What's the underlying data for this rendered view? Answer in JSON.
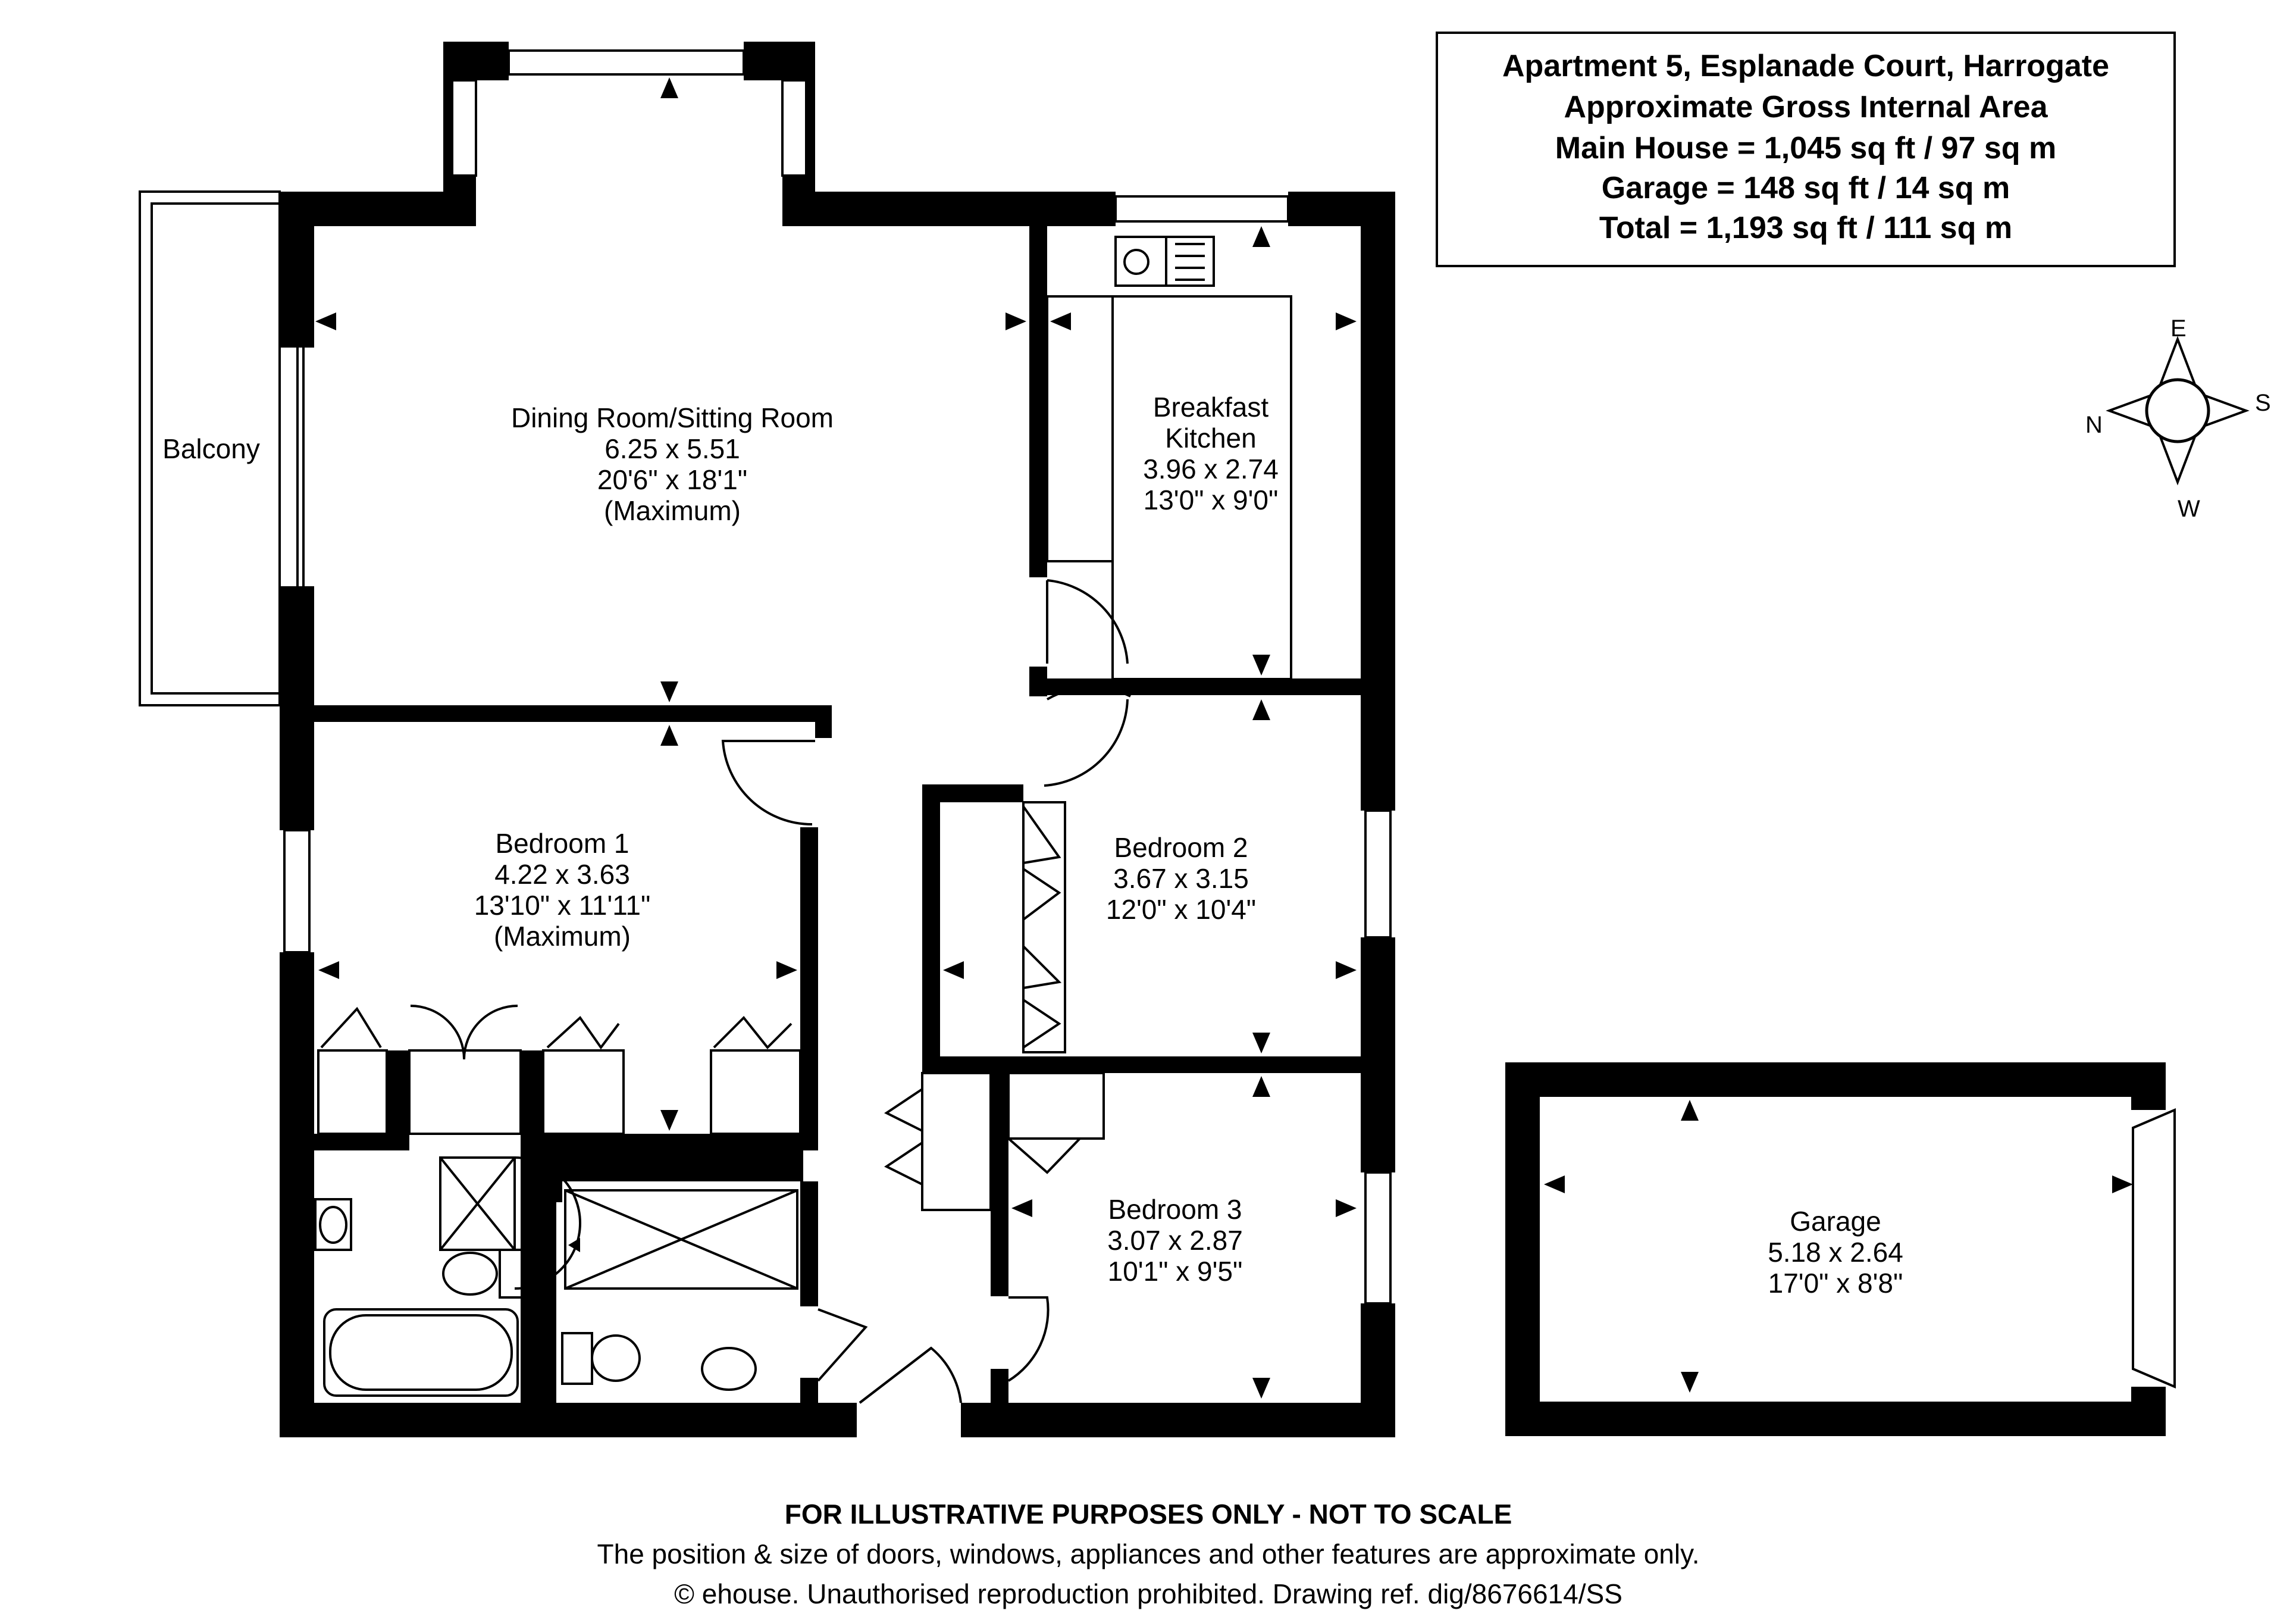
{
  "title_box": {
    "line1": "Apartment 5, Esplanade Court, Harrogate",
    "line2": "Approximate Gross Internal Area",
    "line3": "Main House = 1,045 sq ft / 97 sq m",
    "line4": "Garage = 148 sq ft / 14 sq m",
    "line5": "Total = 1,193 sq ft / 111 sq m"
  },
  "compass": {
    "n": "N",
    "e": "E",
    "s": "S",
    "w": "W"
  },
  "rooms": {
    "balcony": {
      "name": "Balcony"
    },
    "dining": {
      "name": "Dining Room/Sitting Room",
      "metric": "6.25 x 5.51",
      "imperial": "20'6\" x 18'1\"",
      "note": "(Maximum)"
    },
    "kitchen": {
      "name1": "Breakfast",
      "name2": "Kitchen",
      "metric": "3.96 x 2.74",
      "imperial": "13'0\" x 9'0\""
    },
    "bedroom1": {
      "name": "Bedroom 1",
      "metric": "4.22 x 3.63",
      "imperial": "13'10\" x 11'11\"",
      "note": "(Maximum)"
    },
    "bedroom2": {
      "name": "Bedroom 2",
      "metric": "3.67 x 3.15",
      "imperial": "12'0\" x 10'4\""
    },
    "bedroom3": {
      "name": "Bedroom 3",
      "metric": "3.07 x 2.87",
      "imperial": "10'1\" x 9'5\""
    },
    "garage": {
      "name": "Garage",
      "metric": "5.18 x 2.64",
      "imperial": "17'0\" x 8'8\""
    }
  },
  "footer": {
    "line1": "FOR ILLUSTRATIVE PURPOSES ONLY - NOT TO SCALE",
    "line2": "The position & size of doors, windows, appliances and other features are approximate only.",
    "line3": "© ehouse. Unauthorised reproduction prohibited. Drawing ref. dig/8676614/SS"
  },
  "colors": {
    "wall": "#000000",
    "background": "#ffffff"
  }
}
